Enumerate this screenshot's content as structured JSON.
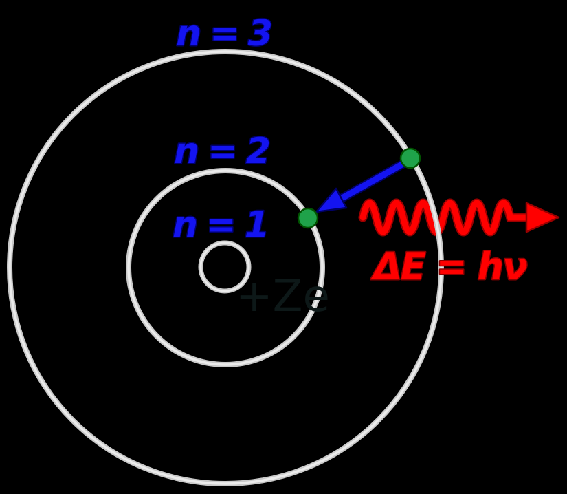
{
  "diagram": {
    "type": "bohr-atom-model",
    "orbit_labels": {
      "n3": "n = 3",
      "n2": "n = 2",
      "n1": "n = 1"
    },
    "nucleus_label": "+Ze",
    "photon_equation": "ΔE = hν",
    "colors": {
      "background": "#000000",
      "orbit_gray": "#d9d9d9",
      "label_blue": "#1414f0",
      "label_blue_outline": "#00006e",
      "photon_red": "#ff0000",
      "photon_red_outline": "#9b0000",
      "electron_green": "#1fa24a",
      "electron_green_outline": "#005200",
      "nucleus_text_dark": "#0d1818"
    }
  }
}
